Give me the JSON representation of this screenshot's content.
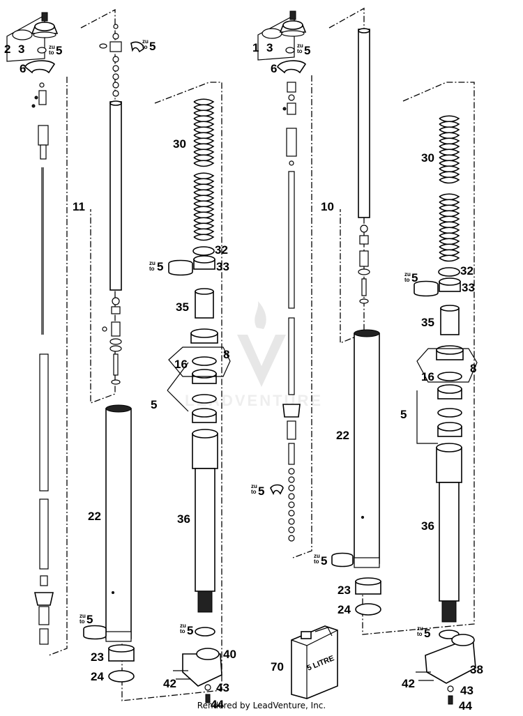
{
  "footer": "Rendered by LeadVenture, Inc.",
  "watermark": "LEADVENTURE",
  "zu_to": {
    "zu": "zu",
    "to": "to"
  },
  "labels": {
    "n1": "1",
    "n2": "2",
    "n3": "3",
    "n3b": "3",
    "n5a": "5",
    "n5b": "5",
    "n5c": "5",
    "n5d": "5",
    "n5e": "5",
    "n5f": "5",
    "n5g": "5",
    "n5h": "5",
    "n5i": "5",
    "n5j": "5",
    "n5k": "5",
    "n5l": "5",
    "n6a": "6",
    "n6b": "6",
    "n8a": "8",
    "n8b": "8",
    "n10": "10",
    "n11": "11",
    "n16a": "16",
    "n16b": "16",
    "n22a": "22",
    "n22b": "22",
    "n23a": "23",
    "n23b": "23",
    "n24a": "24",
    "n24b": "24",
    "n30a": "30",
    "n30b": "30",
    "n32a": "32",
    "n32b": "32",
    "n33a": "33",
    "n33b": "33",
    "n35a": "35",
    "n35b": "35",
    "n36a": "36",
    "n36b": "36",
    "n38": "38",
    "n40": "40",
    "n42a": "42",
    "n42b": "42",
    "n43a": "43",
    "n43b": "43",
    "n44a": "44",
    "n44b": "44",
    "n70": "70"
  },
  "can_label": "5 LITRE"
}
